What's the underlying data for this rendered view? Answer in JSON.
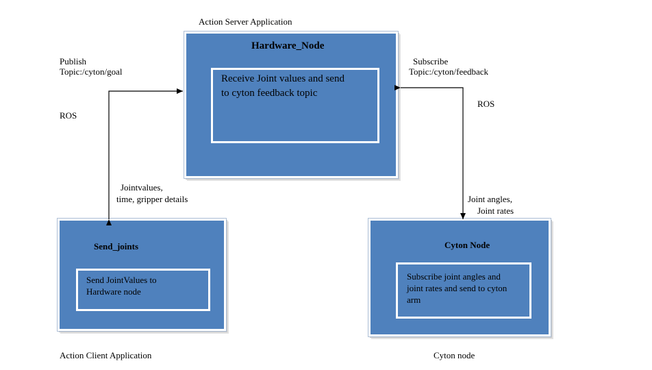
{
  "labels": {
    "action_server": "Action Server Application",
    "publish": "Publish",
    "publish_topic": "Topic:/cyton/goal",
    "ros_left": "ROS",
    "subscribe": "Subscribe",
    "subscribe_topic": "Topic:/cyton/feedback",
    "ros_right": "ROS",
    "jointvalues_line1": "Jointvalues,",
    "jointvalues_line2": "time, gripper details",
    "jointangles_line1": "Joint angles,",
    "jointangles_line2": "Joint rates",
    "action_client": "Action Client Application",
    "cyton_node_caption": "Cyton node"
  },
  "hardware_node": {
    "title": "Hardware_Node",
    "inner_line1": "Receive  Joint values and send",
    "inner_line2": "to cyton feedback topic"
  },
  "send_joints": {
    "title": "Send_joints",
    "inner_line1": "Send JointValues  to",
    "inner_line2": "Hardware node"
  },
  "cyton_node": {
    "title": "Cyton Node",
    "inner_line1": "Subscribe joint angles and",
    "inner_line2": "joint rates and send to cyton",
    "inner_line3": "arm"
  },
  "colors": {
    "box_fill": "#4f81bd",
    "box_border": "#ffffff",
    "arrow": "#000000"
  }
}
